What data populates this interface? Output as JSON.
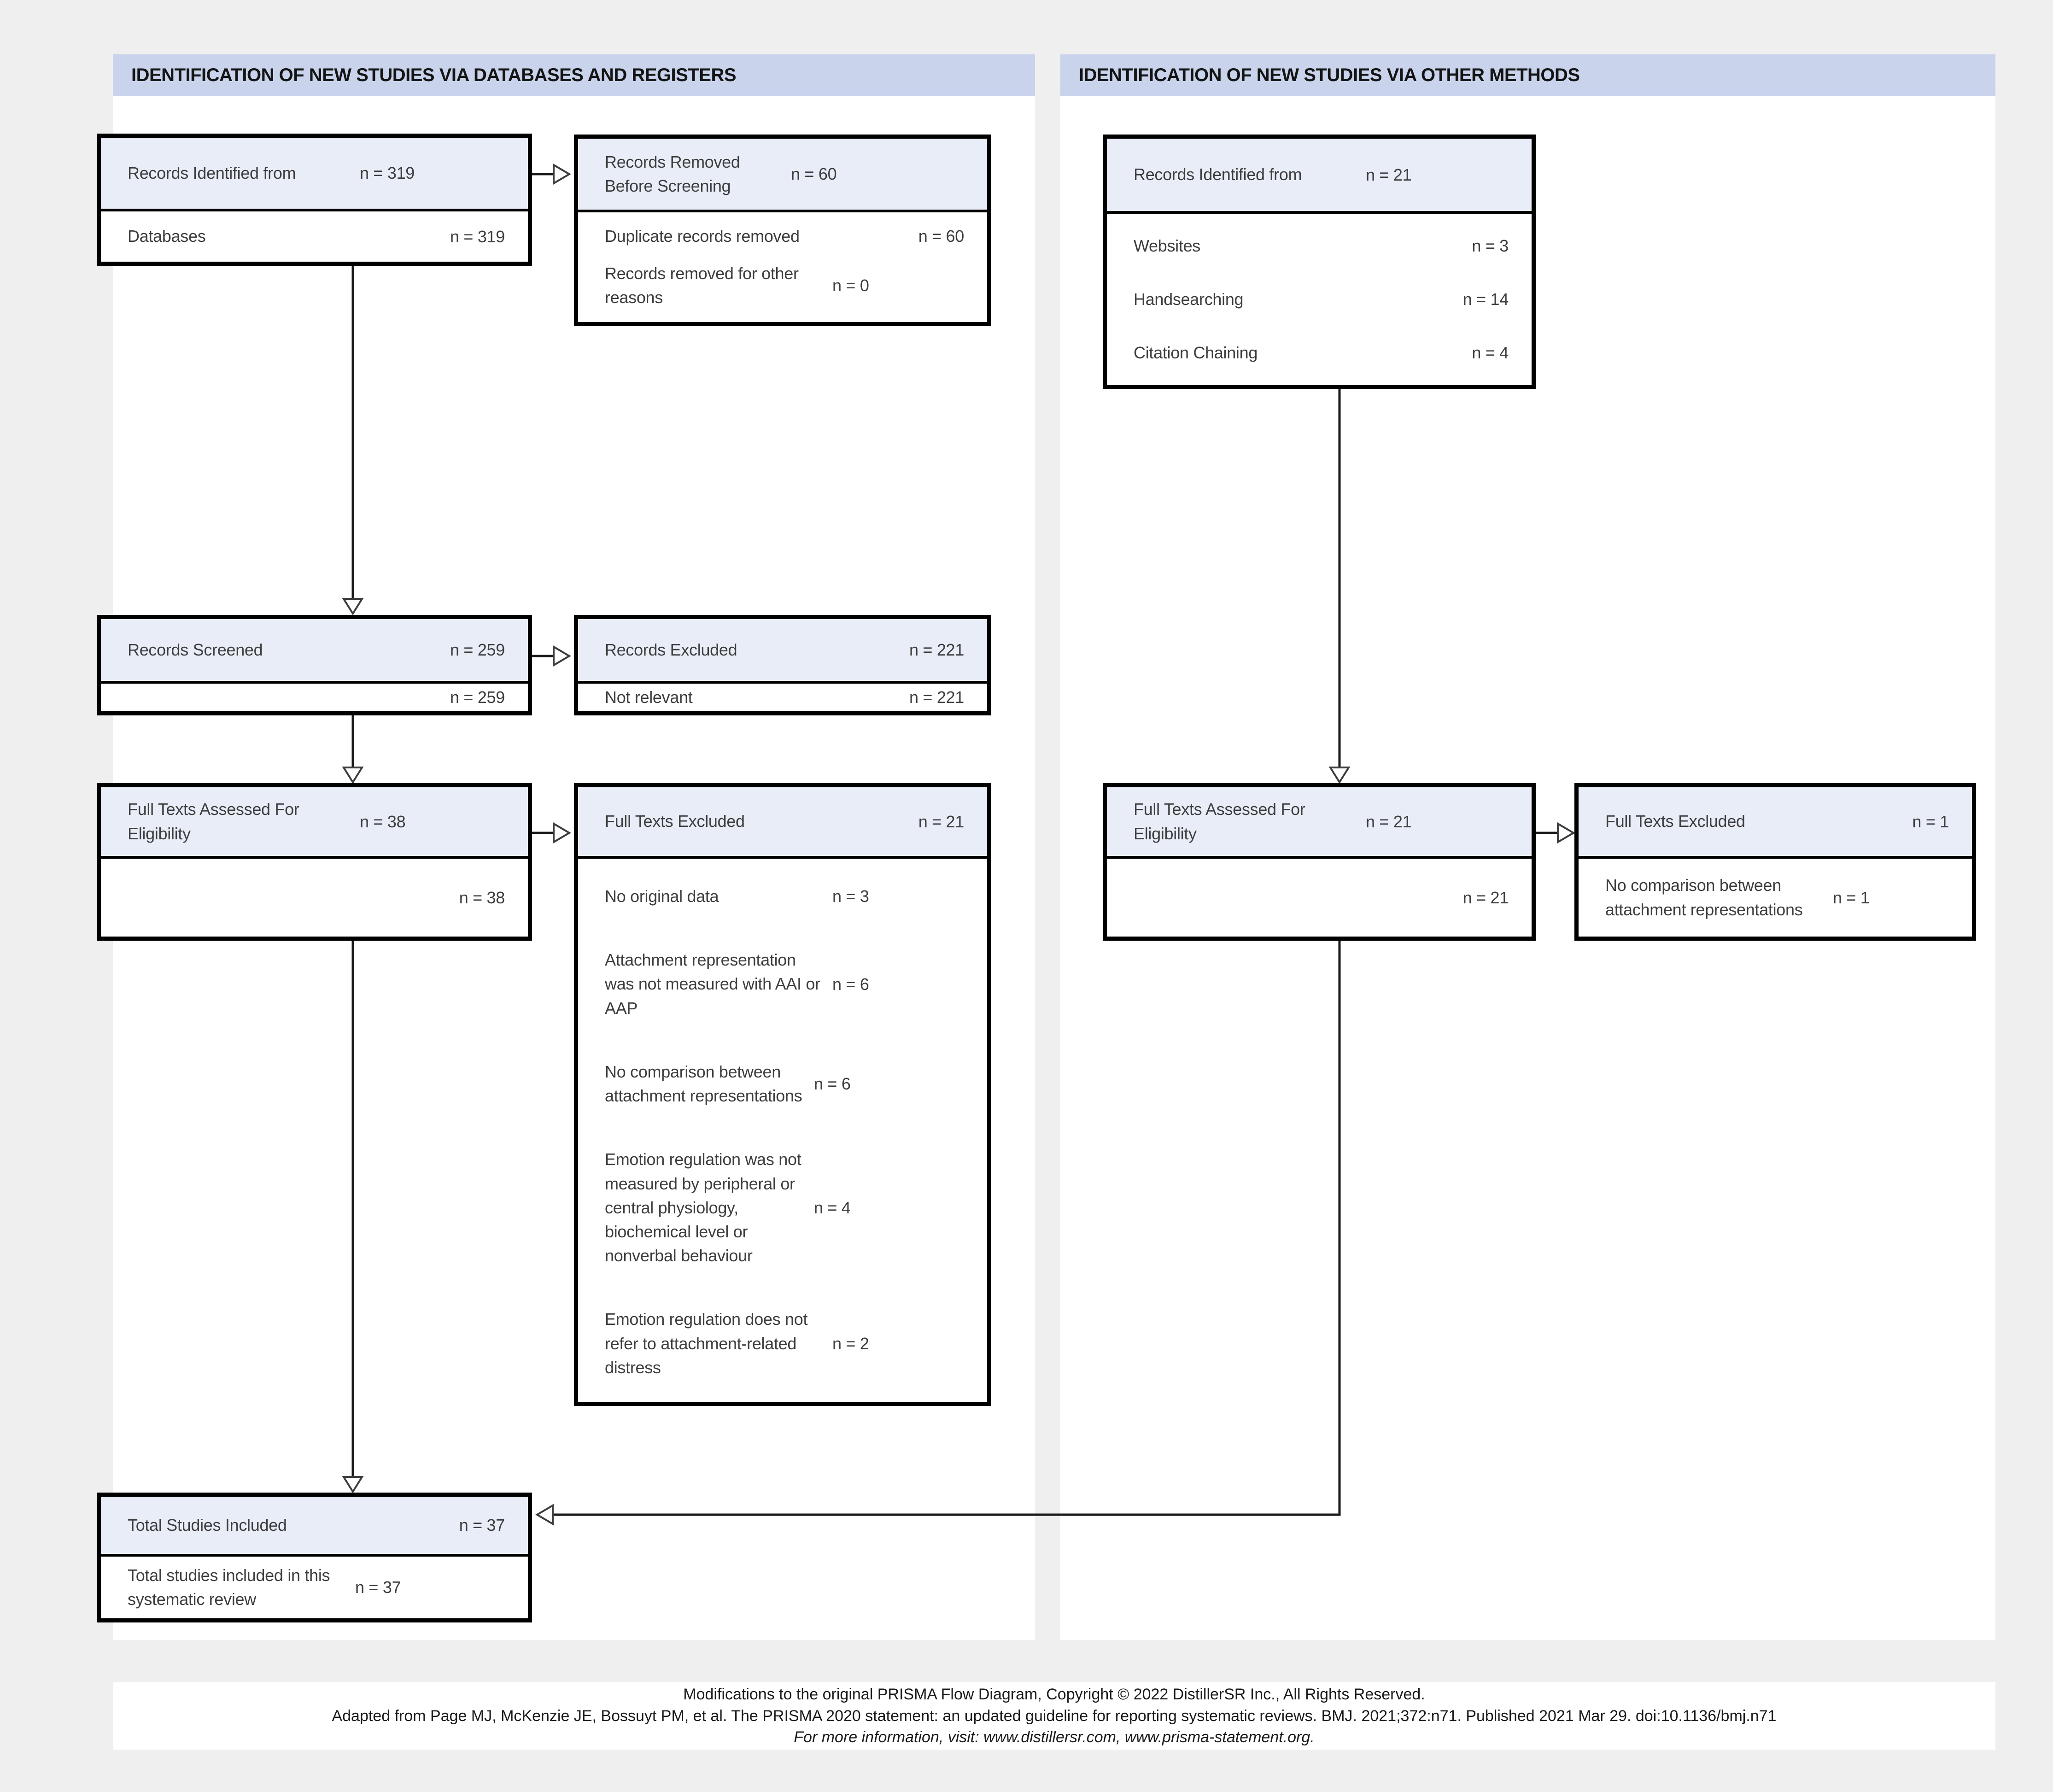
{
  "colors": {
    "page_bg": "#efefef",
    "panel_bg": "#ffffff",
    "band_bg": "#c9d4ec",
    "box_header_bg": "#e9edf8",
    "border": "#000000",
    "text": "#3d3d3d"
  },
  "section_headers": {
    "left": "IDENTIFICATION OF NEW STUDIES VIA DATABASES AND REGISTERS",
    "right": "IDENTIFICATION OF NEW STUDIES VIA OTHER METHODS"
  },
  "boxes": [
    {
      "title": "Records Identified from",
      "n": "n = 319",
      "rows": [
        {
          "label": "Databases",
          "n": "n = 319"
        }
      ]
    },
    {
      "title": "Records Removed Before Screening",
      "n": "n = 60",
      "rows": [
        {
          "label": "Duplicate records removed",
          "n": "n = 60"
        },
        {
          "label": "Records removed for other reasons",
          "n": "n = 0"
        }
      ]
    },
    {
      "title": "Records Screened",
      "n": "n = 259",
      "rows": [
        {
          "label": "",
          "n": "n = 259"
        }
      ]
    },
    {
      "title": "Records Excluded",
      "n": "n = 221",
      "rows": [
        {
          "label": "Not relevant",
          "n": "n = 221"
        }
      ]
    },
    {
      "title": "Full Texts Assessed For Eligibility",
      "n": "n = 38",
      "rows": [
        {
          "label": "",
          "n": "n = 38"
        }
      ]
    },
    {
      "title": "Full Texts Excluded",
      "n": "n = 21",
      "rows": [
        {
          "label": "No original data",
          "n": "n = 3"
        },
        {
          "label": "Attachment representation was not measured with AAI or AAP",
          "n": "n = 6"
        },
        {
          "label": "No comparison between attachment representations",
          "n": "n = 6"
        },
        {
          "label": "Emotion regulation was not measured by peripheral or central physiology, biochemical level or nonverbal behaviour",
          "n": "n = 4"
        },
        {
          "label": "Emotion regulation does not refer to attachment-related distress",
          "n": "n = 2"
        }
      ]
    },
    {
      "title": "Total Studies Included",
      "n": "n = 37",
      "rows": [
        {
          "label": "Total studies included in this systematic review",
          "n": "n = 37"
        }
      ]
    },
    {
      "title": "Records Identified from",
      "n": "n = 21",
      "rows": [
        {
          "label": "Websites",
          "n": "n = 3"
        },
        {
          "label": "Handsearching",
          "n": "n = 14"
        },
        {
          "label": "Citation Chaining",
          "n": "n = 4"
        }
      ]
    },
    {
      "title": "Full Texts Assessed For Eligibility",
      "n": "n = 21",
      "rows": [
        {
          "label": "",
          "n": "n = 21"
        }
      ]
    },
    {
      "title": "Full Texts Excluded",
      "n": "n = 1",
      "rows": [
        {
          "label": "No comparison between attachment representations",
          "n": "n = 1"
        }
      ]
    }
  ],
  "footer": {
    "line1": "Modifications to the original PRISMA Flow Diagram, Copyright © 2022 DistillerSR Inc., All Rights Reserved.",
    "line2": "Adapted from Page MJ, McKenzie JE, Bossuyt PM, et al. The PRISMA 2020 statement: an updated guideline for reporting systematic reviews. BMJ. 2021;372:n71. Published 2021 Mar 29. doi:10.1136/bmj.n71",
    "line3": "For more information, visit: www.distillersr.com, www.prisma-statement.org."
  }
}
